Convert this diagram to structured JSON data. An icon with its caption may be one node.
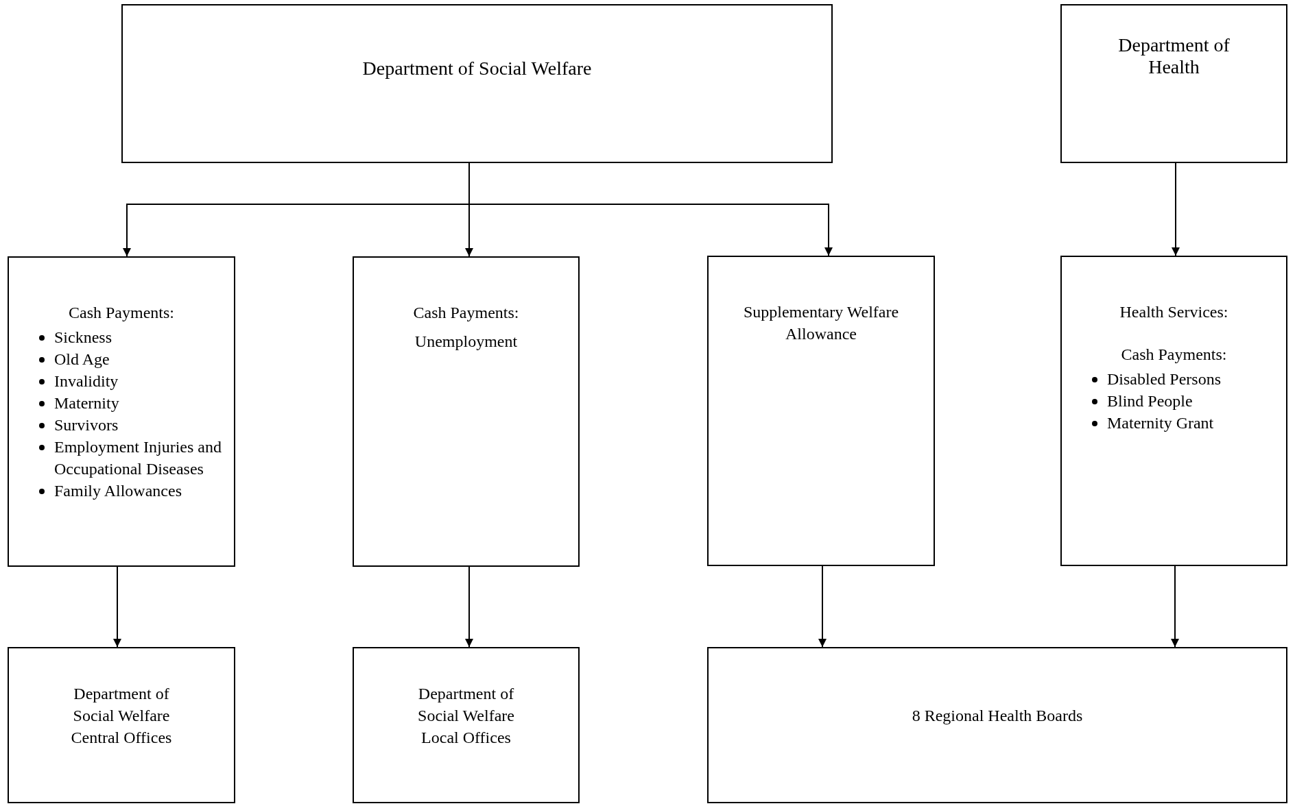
{
  "diagram": {
    "nodes": [
      {
        "text": [
          "Department of Social Welfare"
        ]
      },
      {
        "text": [
          "Department of Health"
        ]
      },
      {
        "text": [
          "Cash Payments:",
          "Sickness",
          "Old Age",
          "Invalidity",
          "Maternity",
          "Survivors",
          "Employment Injuries and Occupational Diseases",
          "Family Allowances"
        ]
      },
      {
        "text": [
          "Cash Payments:",
          "Unemployment"
        ]
      },
      {
        "text": [
          "Supplementary Welfare Allowance"
        ]
      },
      {
        "text": [
          "Health Services:",
          "Cash Payments:",
          "Disabled Persons",
          "Blind People",
          "Maternity Grant"
        ]
      },
      {
        "text": [
          "Department of Social Welfare Central Offices"
        ]
      },
      {
        "text": [
          "Department of Social Welfare Local Offices"
        ]
      },
      {
        "text": [
          "8 Regional Health Boards"
        ]
      }
    ],
    "edges": [
      {
        "from": 0,
        "to": 2,
        "arrow": "to"
      },
      {
        "from": 0,
        "to": 3,
        "arrow": "to"
      },
      {
        "from": 0,
        "to": 4,
        "arrow": "to"
      },
      {
        "from": 1,
        "to": 5,
        "arrow": "to"
      },
      {
        "from": 2,
        "to": 6,
        "arrow": "to"
      },
      {
        "from": 3,
        "to": 7,
        "arrow": "to"
      },
      {
        "from": 4,
        "to": 8,
        "arrow": "to"
      },
      {
        "from": 5,
        "to": 8,
        "arrow": "to"
      }
    ]
  }
}
